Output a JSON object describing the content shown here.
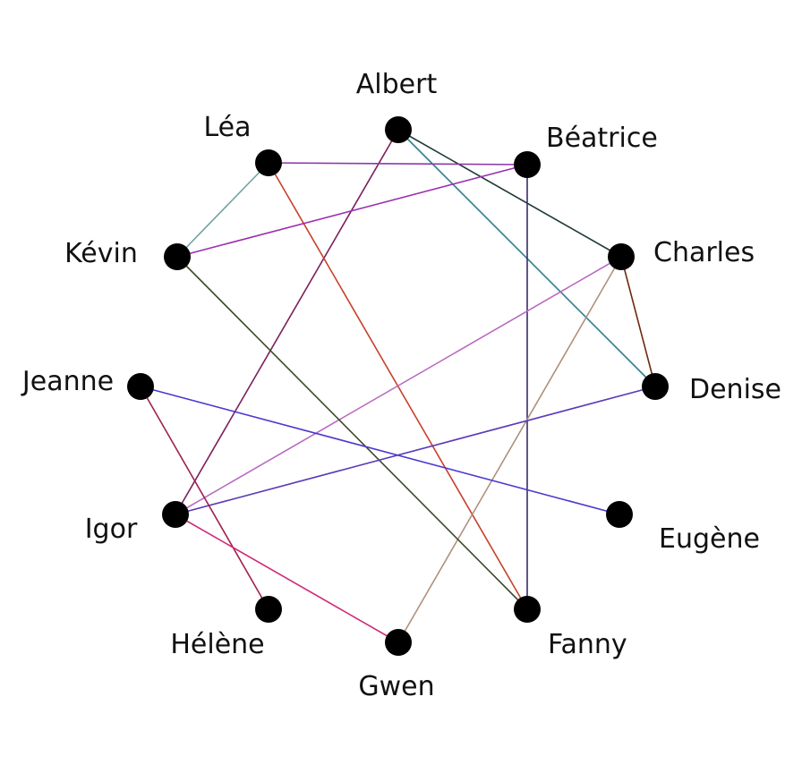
{
  "graph": {
    "nodes": [
      {
        "id": "albert",
        "label": "Albert"
      },
      {
        "id": "beatrice",
        "label": "Béatrice"
      },
      {
        "id": "charles",
        "label": "Charles"
      },
      {
        "id": "denise",
        "label": "Denise"
      },
      {
        "id": "eugene",
        "label": "Eugène"
      },
      {
        "id": "fanny",
        "label": "Fanny"
      },
      {
        "id": "gwen",
        "label": "Gwen"
      },
      {
        "id": "helene",
        "label": "Hélène"
      },
      {
        "id": "igor",
        "label": "Igor"
      },
      {
        "id": "jeanne",
        "label": "Jeanne"
      },
      {
        "id": "kevin",
        "label": "Kévin"
      },
      {
        "id": "lea",
        "label": "Léa"
      }
    ],
    "edges": [
      {
        "from": "albert",
        "to": "charles",
        "color": "#1f3a3a"
      },
      {
        "from": "albert",
        "to": "denise",
        "color": "#2e7d8c"
      },
      {
        "from": "albert",
        "to": "igor",
        "color": "#7a1f5c"
      },
      {
        "from": "lea",
        "to": "beatrice",
        "color": "#8e3aa8"
      },
      {
        "from": "lea",
        "to": "kevin",
        "color": "#6fa3a0"
      },
      {
        "from": "lea",
        "to": "fanny",
        "color": "#c8402a"
      },
      {
        "from": "beatrice",
        "to": "kevin",
        "color": "#9b2fb0"
      },
      {
        "from": "beatrice",
        "to": "fanny",
        "color": "#3a2a6e"
      },
      {
        "from": "charles",
        "to": "denise",
        "color": "#6b2a10"
      },
      {
        "from": "charles",
        "to": "igor",
        "color": "#b86cc0"
      },
      {
        "from": "charles",
        "to": "gwen",
        "color": "#b0907a"
      },
      {
        "from": "kevin",
        "to": "fanny",
        "color": "#3c4a2a"
      },
      {
        "from": "denise",
        "to": "igor",
        "color": "#5a3ab8"
      },
      {
        "from": "jeanne",
        "to": "eugene",
        "color": "#4a3ad0"
      },
      {
        "from": "jeanne",
        "to": "helene",
        "color": "#a0204a"
      },
      {
        "from": "igor",
        "to": "gwen",
        "color": "#d02878"
      }
    ]
  }
}
